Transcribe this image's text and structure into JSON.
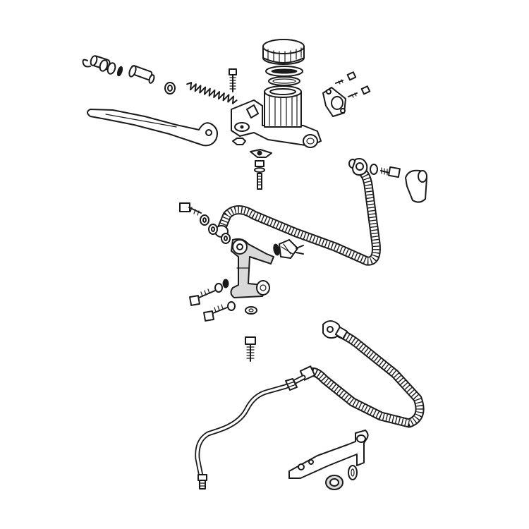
{
  "diagram": {
    "style": "exploded line drawing, black ink on white",
    "colors": {
      "ink": "#1a1a1a",
      "background": "#ffffff"
    },
    "parts": [
      "brake-lever",
      "lever-pivot-bolt",
      "master-cylinder",
      "reservoir-cap",
      "piston-spring",
      "mirror-clamp",
      "banjo-bolt",
      "rubber-boot",
      "upper-brake-hose",
      "brake-light-switch",
      "three-way-junction",
      "lower-brake-hose",
      "metal-brake-line",
      "hose-bracket",
      "grommet"
    ]
  }
}
